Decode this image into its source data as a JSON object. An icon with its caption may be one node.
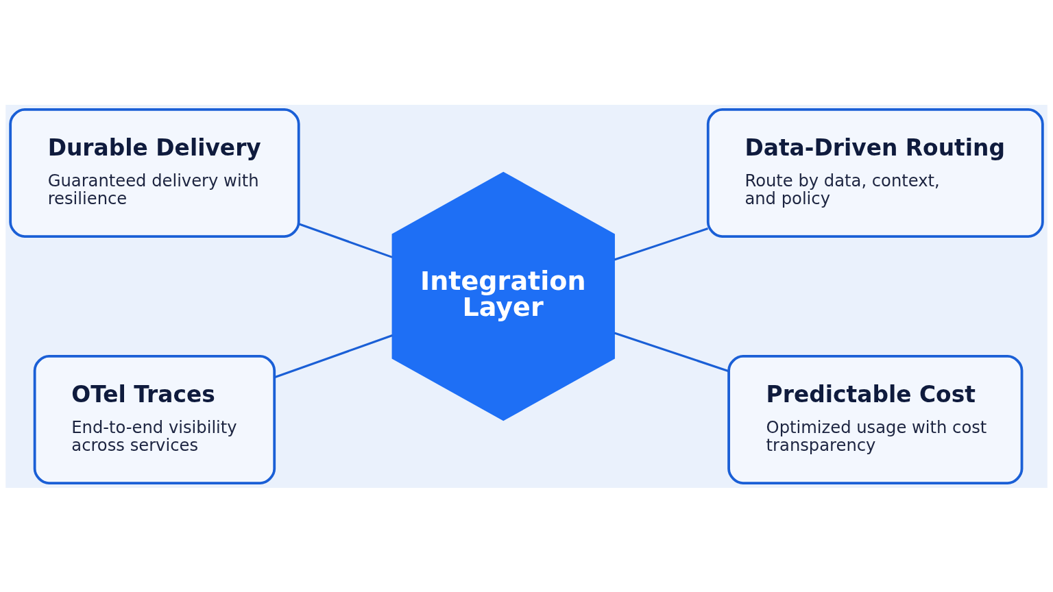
{
  "diagram": {
    "nodes": [
      {
        "text": [
          "Durable Delivery",
          "Guaranteed delivery with resilience"
        ]
      },
      {
        "text": [
          "Data-Driven Routing",
          "Route by data, context, and policy"
        ]
      },
      {
        "text": [
          "Integration Layer"
        ]
      },
      {
        "text": [
          "OTel Traces",
          "End-to-end visibility across services"
        ]
      },
      {
        "text": [
          "Predictable Cost",
          "Optimized usage with cost transparency"
        ]
      }
    ],
    "edges": [
      {
        "from": 0,
        "to": 2,
        "arrow": "none"
      },
      {
        "from": 2,
        "to": 1,
        "arrow": "none"
      },
      {
        "from": 3,
        "to": 2,
        "arrow": "none"
      },
      {
        "from": 2,
        "to": 4,
        "arrow": "none"
      }
    ]
  }
}
